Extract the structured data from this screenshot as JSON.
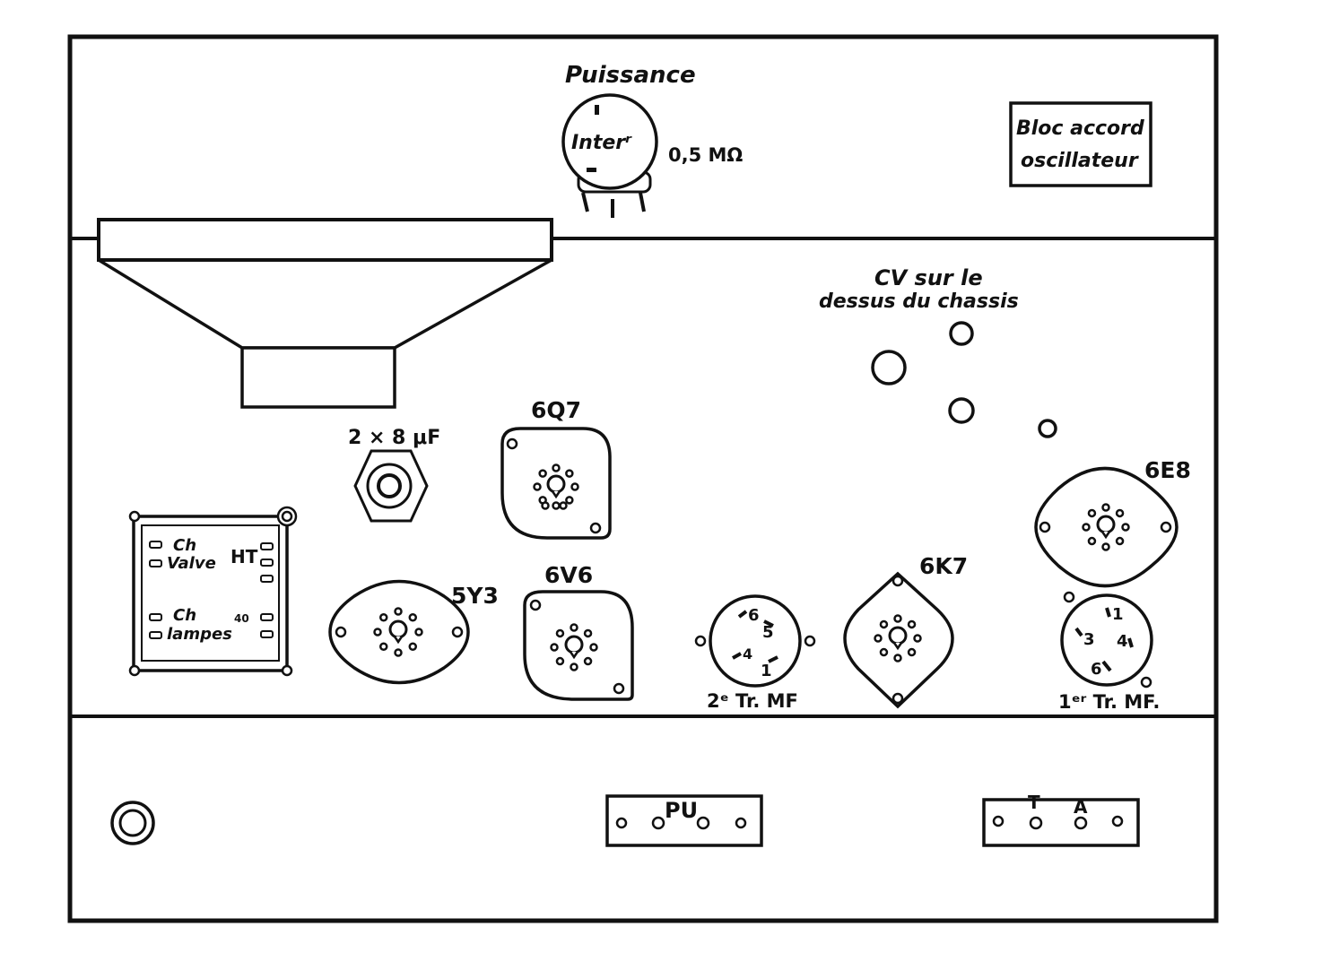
{
  "potentiometer": {
    "title": "Puissance",
    "label": "Interʳ",
    "value": "0,5 MΩ"
  },
  "bloc": {
    "line1": "Bloc accord",
    "line2": "oscillateur"
  },
  "cv_note": {
    "line1": "CV sur le",
    "line2": "dessus du chassis"
  },
  "capacitor": {
    "label": "2 × 8 μF"
  },
  "tubes": {
    "t6q7": "6Q7",
    "t6e8": "6E8",
    "t5y3": "5Y3",
    "t6v6": "6V6",
    "t6k7": "6K7"
  },
  "transformer": {
    "ch_valve_1": "Ch",
    "ch_valve_2": "Valve",
    "ht": "HT",
    "ch_lampes_1": "Ch",
    "ch_lampes_2": "lampes",
    "ht_mark": "40"
  },
  "mf2": {
    "label": "2ᵉ Tr. MF",
    "pins": [
      "6",
      "5",
      "4",
      "1"
    ]
  },
  "mf1": {
    "label": "1ᵉʳ Tr. MF.",
    "pins": [
      "1",
      "3",
      "4",
      "6"
    ]
  },
  "pu": {
    "label": "PU"
  },
  "ta": {
    "t": "T",
    "a": "A"
  }
}
